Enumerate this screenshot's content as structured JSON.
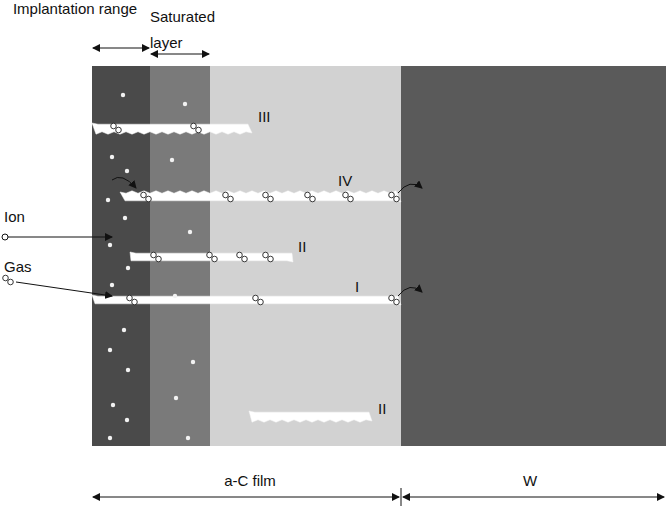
{
  "diagram": {
    "labels": [
      "Implantation range",
      "Saturated layer",
      "III",
      "IV",
      "II",
      "Ion",
      "Gas",
      "I",
      "II",
      "a-C film",
      "W"
    ]
  }
}
